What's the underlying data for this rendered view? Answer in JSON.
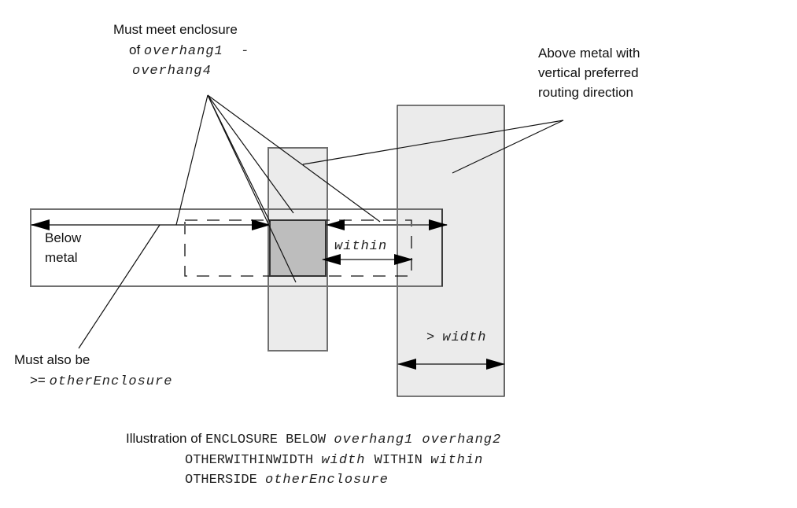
{
  "diagram": {
    "callouts": {
      "enclosure": {
        "line1": "Must meet enclosure",
        "line2_prefix": "of ",
        "line2_code": "overhang1  -",
        "line3_code": "overhang4"
      },
      "above_metal": {
        "line1": "Above metal with",
        "line2": "vertical preferred",
        "line3": "routing direction"
      },
      "below_metal": {
        "line1": "Below",
        "line2": "metal"
      },
      "other_enclosure": {
        "line1": "Must also be",
        "line2_prefix": ">= ",
        "line2_code": "otherEnclosure"
      }
    },
    "dimension_labels": {
      "within": "within",
      "width_prefix": "> ",
      "width": "width"
    },
    "caption": {
      "line1_text": "Illustration of ",
      "line1_keyword": "ENCLOSURE BELOW ",
      "line1_var1": "overhang1 ",
      "line1_var2": "overhang2",
      "line2_keyword1": "OTHERWITHINWIDTH ",
      "line2_var1": "width ",
      "line2_keyword2": "WITHIN ",
      "line2_var2": "within",
      "line3_keyword": "OTHERSIDE ",
      "line3_var": "otherEnclosure"
    },
    "colors": {
      "metal_fill": "#ebebeb",
      "via_fill": "#bdbdbd",
      "outline": "#707070",
      "ink": "#111111"
    }
  }
}
